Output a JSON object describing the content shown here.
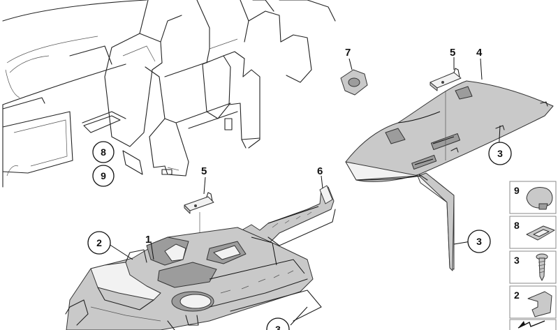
{
  "diagram": {
    "part_labels": {
      "p1": "1",
      "p4": "4",
      "p5a": "5",
      "p5b": "5",
      "p6": "6",
      "p7": "7"
    },
    "callouts": {
      "c8": "8",
      "c9": "9",
      "c2": "2",
      "c3a": "3",
      "c3b": "3",
      "c3c": "3"
    },
    "key_parts": [
      "9",
      "8",
      "3",
      "2"
    ]
  }
}
